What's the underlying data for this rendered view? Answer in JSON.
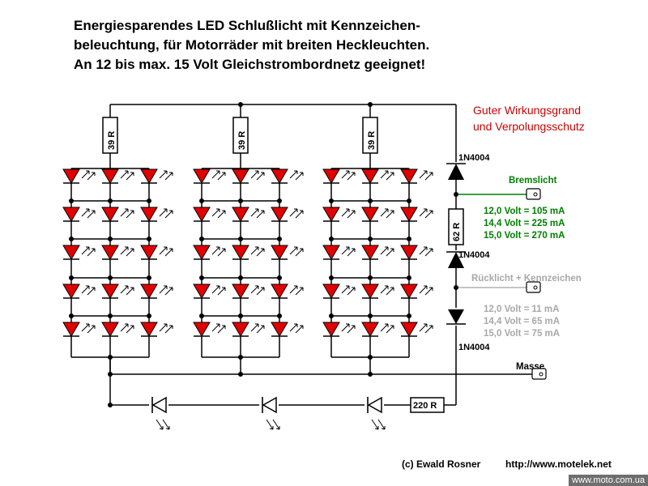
{
  "title": {
    "lines": [
      "Energiesparendes LED Schlußlicht mit Kennzeichen-",
      "beleuchtung, für Motorräder mit breiten Heckleuchten.",
      "An 12 bis max. 15 Volt Gleichstrombordnetz geeignet!"
    ]
  },
  "note": {
    "lines": [
      "Guter Wirkungsgrand",
      "und Verpolungsschutz"
    ],
    "color": "#cc0000"
  },
  "resistors": {
    "bank": "39 R",
    "brake": "62 R",
    "ground": "220 R"
  },
  "diodes": {
    "top": "1N4004",
    "middle": "1N4004",
    "bottom": "1N4004"
  },
  "brake": {
    "label": "Bremslicht",
    "color": "#008000",
    "currents": [
      "12,0 Volt = 105 mA",
      "14,4 Volt = 225 mA",
      "15,0 Volt = 270 mA"
    ]
  },
  "tail": {
    "label": "Rücklicht + Kennzeichen",
    "color": "#a8a8a8",
    "currents": [
      "12,0 Volt = 11 mA",
      "14,4 Volt = 65 mA",
      "15,0 Volt = 75 mA"
    ]
  },
  "ground": {
    "label": "Masse"
  },
  "footer": {
    "author": "(c) Ewald Rosner",
    "url": "http://www.motelek.net",
    "watermark": "www.moto.com.ua"
  },
  "led_color": "#e00000"
}
